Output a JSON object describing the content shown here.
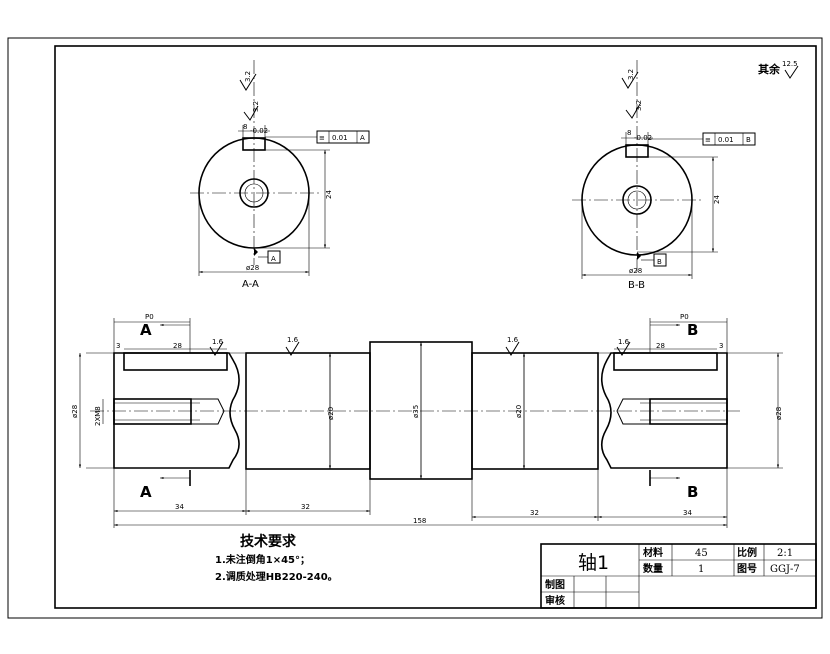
{
  "roughness": {
    "general_label": "其余",
    "general_value": "12.5",
    "keyway_side": "3.2",
    "keyway_bottom": "3.2",
    "surface": "1.6"
  },
  "section_a": {
    "label": "A-A",
    "width_dim": "8",
    "width_tol": "-0.02",
    "depth_dim": "24",
    "diameter_dim": "ø28",
    "tolerance_symbol": "≡",
    "tolerance_value": "0.01",
    "datum": "A"
  },
  "section_b": {
    "label": "B-B",
    "width_dim": "8",
    "width_tol": "-0.02",
    "depth_dim": "24",
    "diameter_dim": "ø28",
    "tolerance_symbol": "≡",
    "tolerance_value": "0.01",
    "datum": "B"
  },
  "shaft": {
    "cut_a": "A",
    "cut_b": "B",
    "keyway_len_left": "P0",
    "keyway_len_right": "P0",
    "key_left": "28",
    "key_right": "28",
    "chamfer_left": "3",
    "chamfer_right": "3",
    "dia_end_left": "ø28",
    "dia_end_right": "ø28",
    "thread": "2XM8",
    "dia_journal_left": "ø20",
    "dia_collar": "ø35",
    "dia_journal_right": "ø20",
    "len_end_left": "34",
    "len_journal_left": "32",
    "len_total": "158",
    "len_journal_right": "32",
    "len_end_right": "34"
  },
  "notes": {
    "title": "技术要求",
    "line1": "1.未注倒角1×45°；",
    "line2": "2.调质处理HB220-240。"
  },
  "title_block": {
    "part_name": "轴1",
    "material_label": "材料",
    "material": "45",
    "scale_label": "比例",
    "scale": "2:1",
    "quantity_label": "数量",
    "quantity": "1",
    "drawing_no_label": "图号",
    "drawing_no": "GGJ-7",
    "drawn_label": "制图",
    "checked_label": "审核"
  }
}
